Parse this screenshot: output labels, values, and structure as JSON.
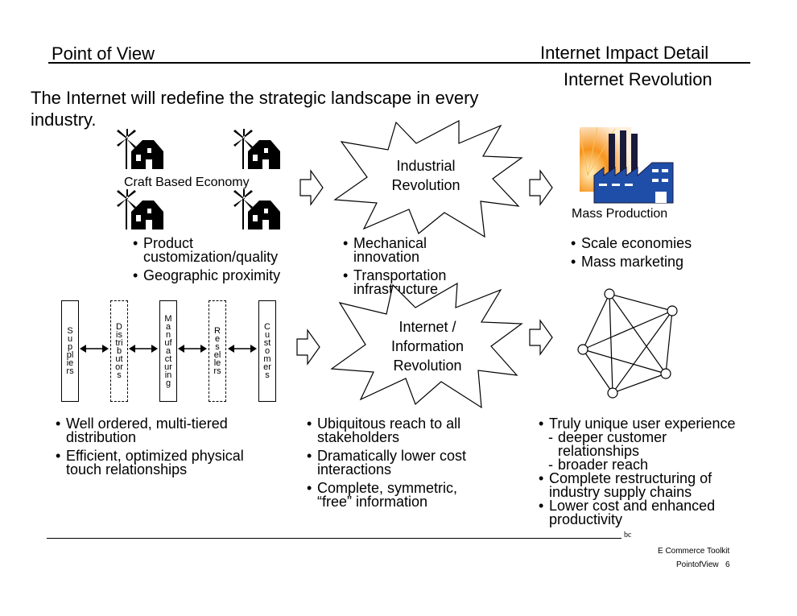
{
  "header": {
    "left_title": "Point of View",
    "right_title": "Internet Impact Detail",
    "subtitle": "Internet Revolution"
  },
  "headline": "The Internet will redefine the strategic landscape in every industry.",
  "top": {
    "craft_label": "Craft Based Economy",
    "revolution_label": "Industrial Revolution",
    "mass_label": "Mass Production",
    "craft_bullets": [
      "Product customization/quality",
      "Geographic proximity"
    ],
    "industrial_bullets": [
      "Mechanical innovation",
      "Transportation infrastructure"
    ],
    "mass_bullets": [
      "Scale economies",
      "Mass marketing"
    ]
  },
  "bottom": {
    "chain": [
      "Suppliers",
      "Distributors",
      "Manufacturing",
      "Resellers",
      "Customers"
    ],
    "revolution_label": "Internet / Information Revolution",
    "chain_bullets": [
      "Well ordered, multi-tiered distribution",
      "Efficient, optimized physical touch relationships"
    ],
    "internet_bullets": [
      "Ubiquitous reach to all stakeholders",
      "Dramatically lower cost interactions",
      "Complete, symmetric, “free” information"
    ],
    "network_bullets": [
      {
        "text": "Truly unique user experience",
        "sub": false
      },
      {
        "text": "deeper customer relationships",
        "sub": true
      },
      {
        "text": "broader reach",
        "sub": true
      },
      {
        "text": "Complete restructuring of industry supply chains",
        "sub": false
      },
      {
        "text": "Lower cost and enhanced productivity",
        "sub": false
      }
    ]
  },
  "footer": {
    "mark": "bc",
    "toolkit": "E Commerce Toolkit",
    "page": "PointofView   6"
  },
  "colors": {
    "sun_orange": "#f7941d",
    "factory_blue": "#1f4ea8",
    "factory_dark": "#1a1a3a",
    "ink": "#000000"
  },
  "icons": [
    "farmhouse-windmill-icon",
    "factory-icon",
    "hollow-arrow-icon",
    "double-arrow-icon",
    "network-graph-icon",
    "starburst-icon"
  ]
}
